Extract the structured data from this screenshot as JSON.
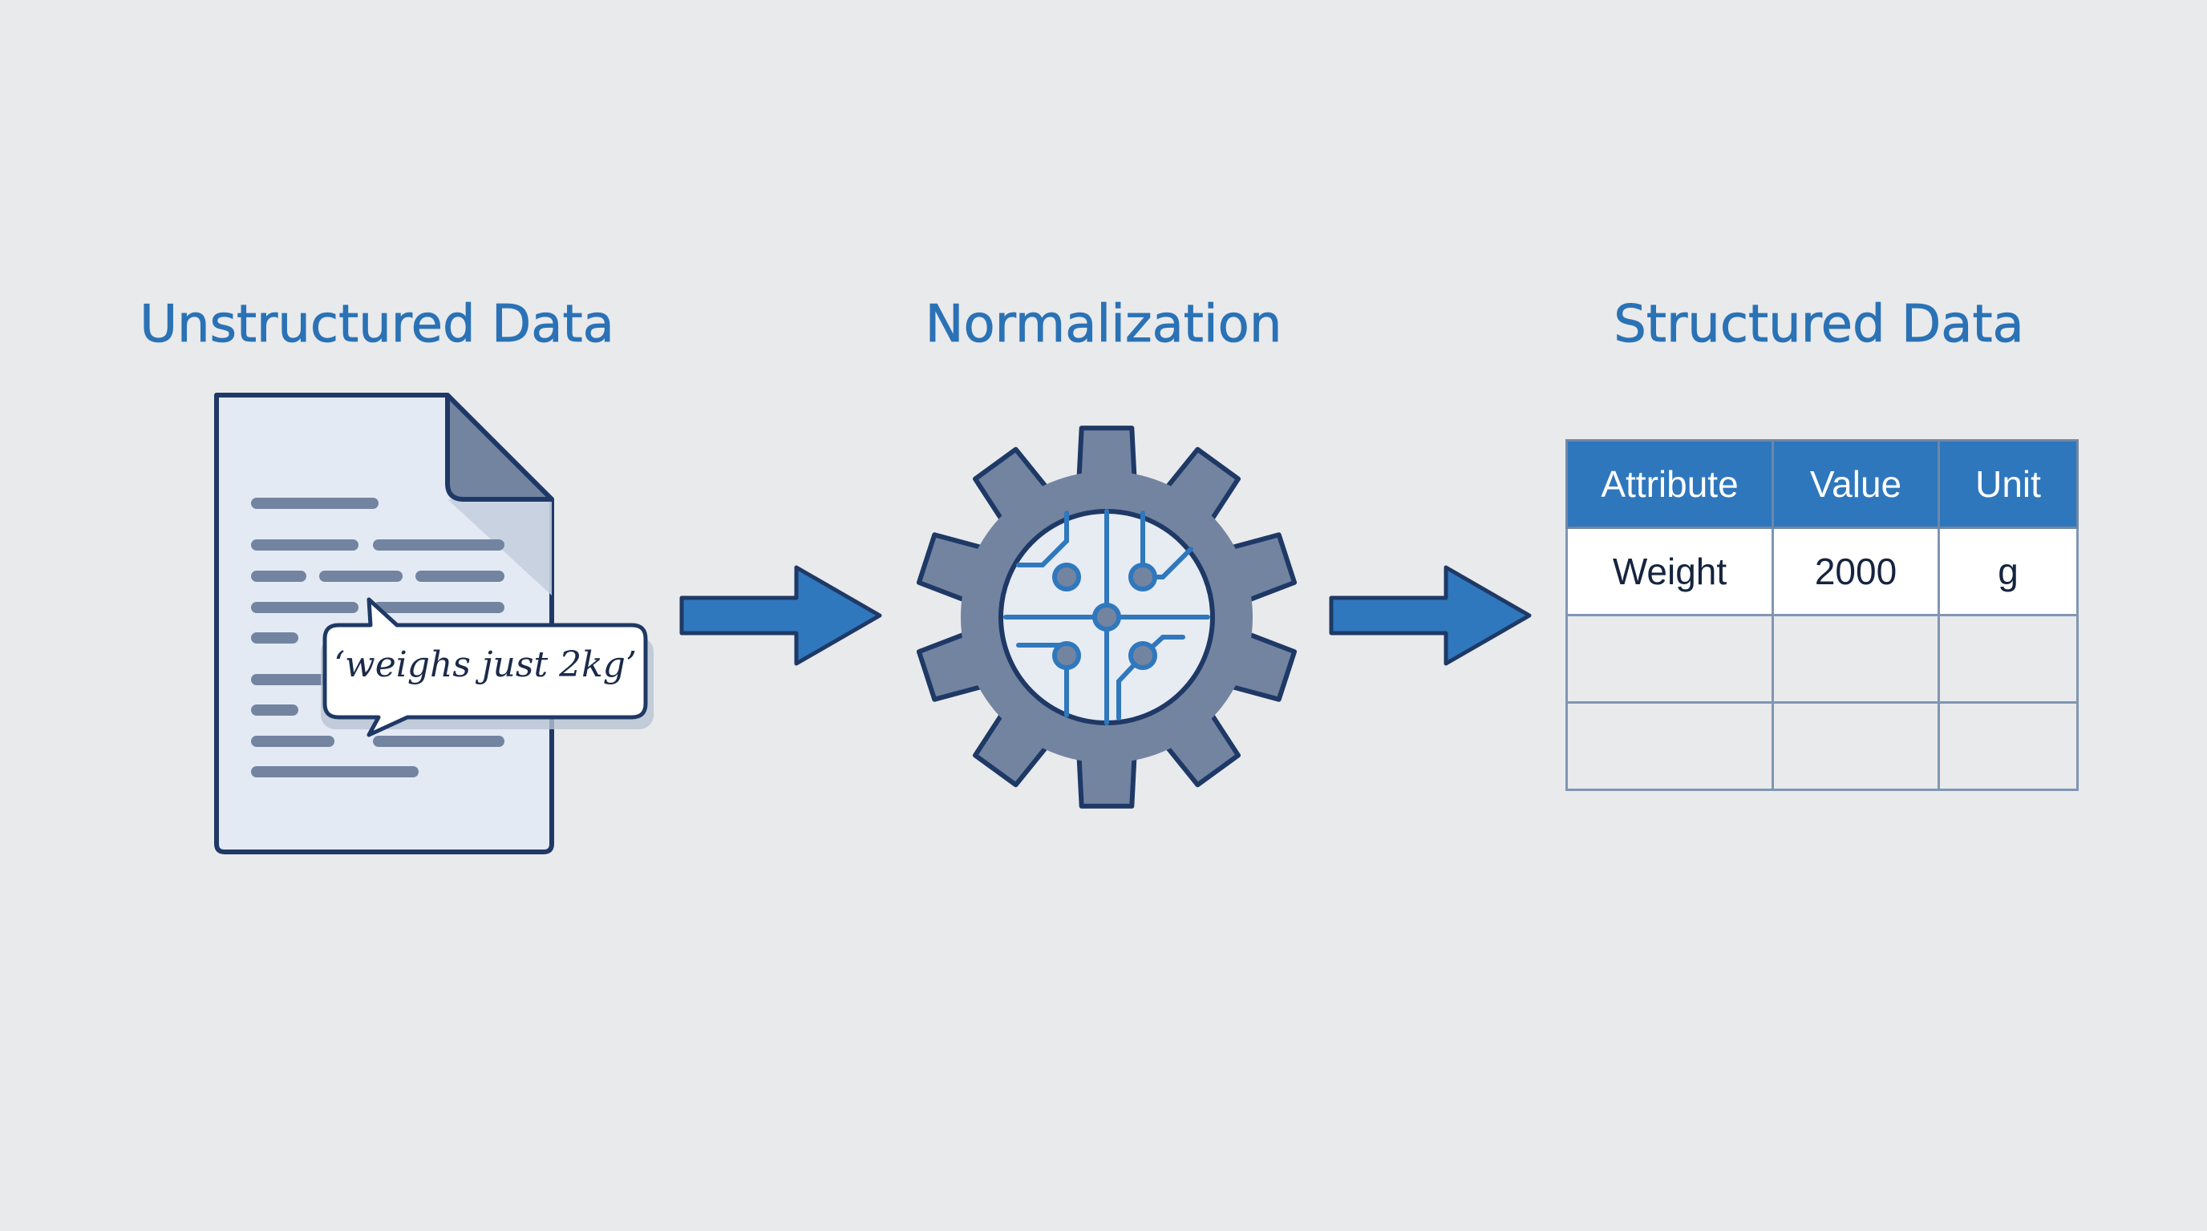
{
  "headings": {
    "left": "Unstructured Data",
    "middle": "Normalization",
    "right": "Structured Data"
  },
  "document": {
    "callout_text": "‘weighs just 2kg’"
  },
  "table": {
    "columns": [
      "Attribute",
      "Value",
      "Unit"
    ],
    "rows": [
      [
        "Weight",
        "2000",
        "g"
      ],
      [
        "",
        "",
        ""
      ],
      [
        "",
        "",
        ""
      ]
    ]
  },
  "colors": {
    "background": "#e9eaec",
    "accent_blue": "#2a72b5",
    "gear_gray": "#7384a1",
    "outline_navy": "#1f3966",
    "header_fill": "#2e77bd"
  },
  "icons": [
    "document-icon",
    "speech-bubble-icon",
    "arrow-right-icon",
    "gear-circuit-icon"
  ]
}
